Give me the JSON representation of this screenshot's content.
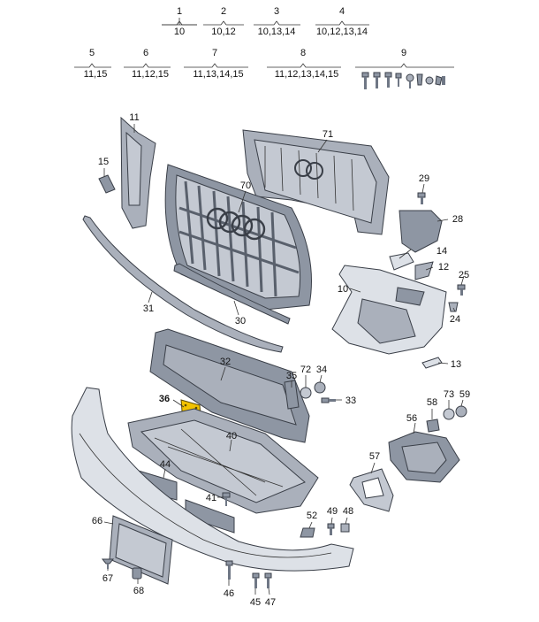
{
  "kits": [
    {
      "id": "1",
      "sub": "10"
    },
    {
      "id": "2",
      "sub": "10,12"
    },
    {
      "id": "3",
      "sub": "10,13,14"
    },
    {
      "id": "4",
      "sub": "10,12,13,14"
    },
    {
      "id": "5",
      "sub": "11,15"
    },
    {
      "id": "6",
      "sub": "11,12,15"
    },
    {
      "id": "7",
      "sub": "11,13,14,15"
    },
    {
      "id": "8",
      "sub": "11,12,13,14,15"
    },
    {
      "id": "9",
      "sub": ""
    }
  ],
  "callouts": {
    "p10": "10",
    "p11": "11",
    "p12": "12",
    "p13": "13",
    "p14": "14",
    "p15": "15",
    "p24": "24",
    "p25": "25",
    "p28": "28",
    "p29": "29",
    "p30": "30",
    "p31": "31",
    "p32": "32",
    "p33": "33",
    "p34": "34",
    "p35": "35",
    "p36": "36",
    "p40": "40",
    "p41": "41",
    "p44": "44",
    "p45": "45",
    "p46": "46",
    "p47": "47",
    "p48": "48",
    "p49": "49",
    "p52": "52",
    "p56": "56",
    "p57": "57",
    "p58": "58",
    "p59": "59",
    "p66": "66",
    "p67": "67",
    "p68": "68",
    "p70": "70",
    "p71": "71",
    "p72": "72",
    "p73": "73"
  },
  "colors": {
    "highlight": "#f2c200",
    "part_light": "#c4c9d2",
    "part_dark": "#6f7785",
    "outline": "#3a3f48"
  }
}
